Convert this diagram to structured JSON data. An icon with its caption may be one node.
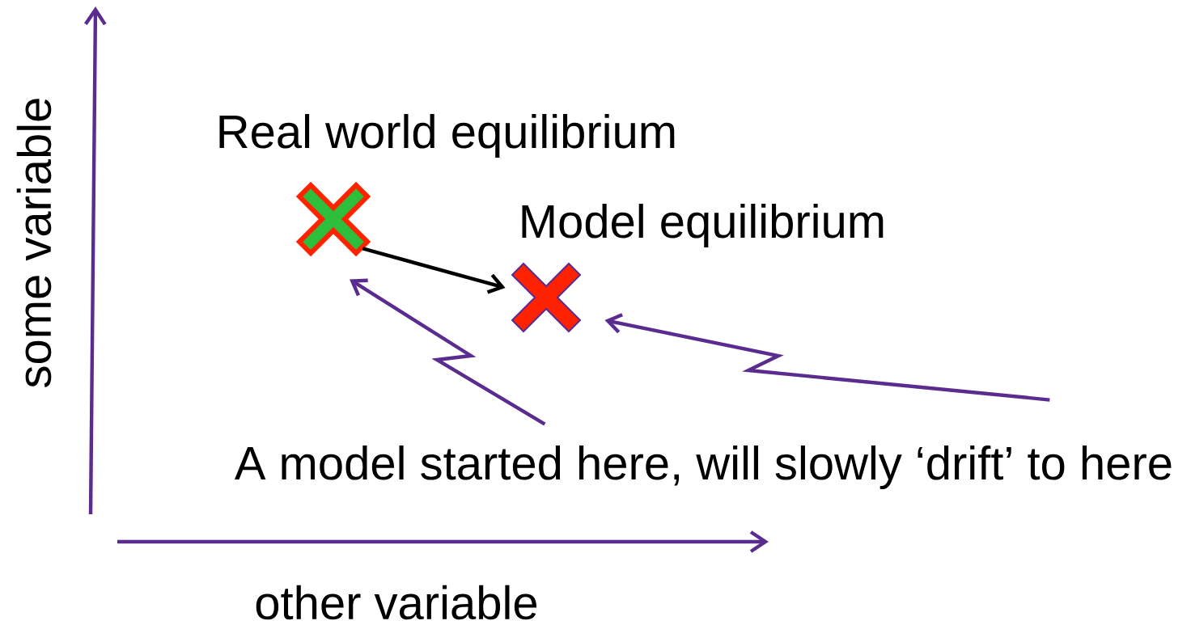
{
  "diagram": {
    "nodes": [
      {
        "text": [
          "Real world equilibrium"
        ]
      },
      {
        "text": [],
        "shape": "cross"
      },
      {
        "text": [
          "Model equilibrium"
        ]
      },
      {
        "text": [],
        "shape": "cross"
      },
      {
        "text": [
          "A model started here, will slowly ‘drift’ to here"
        ]
      }
    ],
    "edges": [
      {
        "from": 1,
        "to": 3,
        "arrow": "to",
        "color": "#000000"
      },
      {
        "from": 4,
        "to": 1,
        "arrow": "to"
      },
      {
        "from": 4,
        "to": 3,
        "arrow": "to"
      }
    ],
    "labels": [
      "some variable",
      "other variable"
    ]
  }
}
